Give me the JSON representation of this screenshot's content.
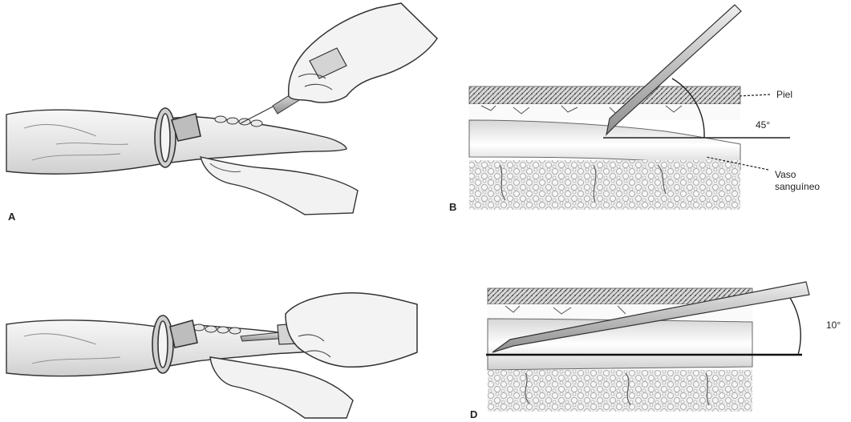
{
  "panels": {
    "a": {
      "letter": "A"
    },
    "b": {
      "letter": "B",
      "skin_label": "Piel",
      "angle_label": "45°",
      "vessel_label_line1": "Vaso",
      "vessel_label_line2": "sanguíneo"
    },
    "c": {
      "letter": ""
    },
    "d": {
      "letter": "D",
      "angle_label": "10°"
    }
  },
  "colors": {
    "outline": "#333333",
    "skin_fill": "#f4f4f4",
    "hatch": "#6b6b6b",
    "vessel": "#c9c9c9",
    "fat_fill": "#e6e6e6",
    "needle": "#bfbfbf"
  }
}
